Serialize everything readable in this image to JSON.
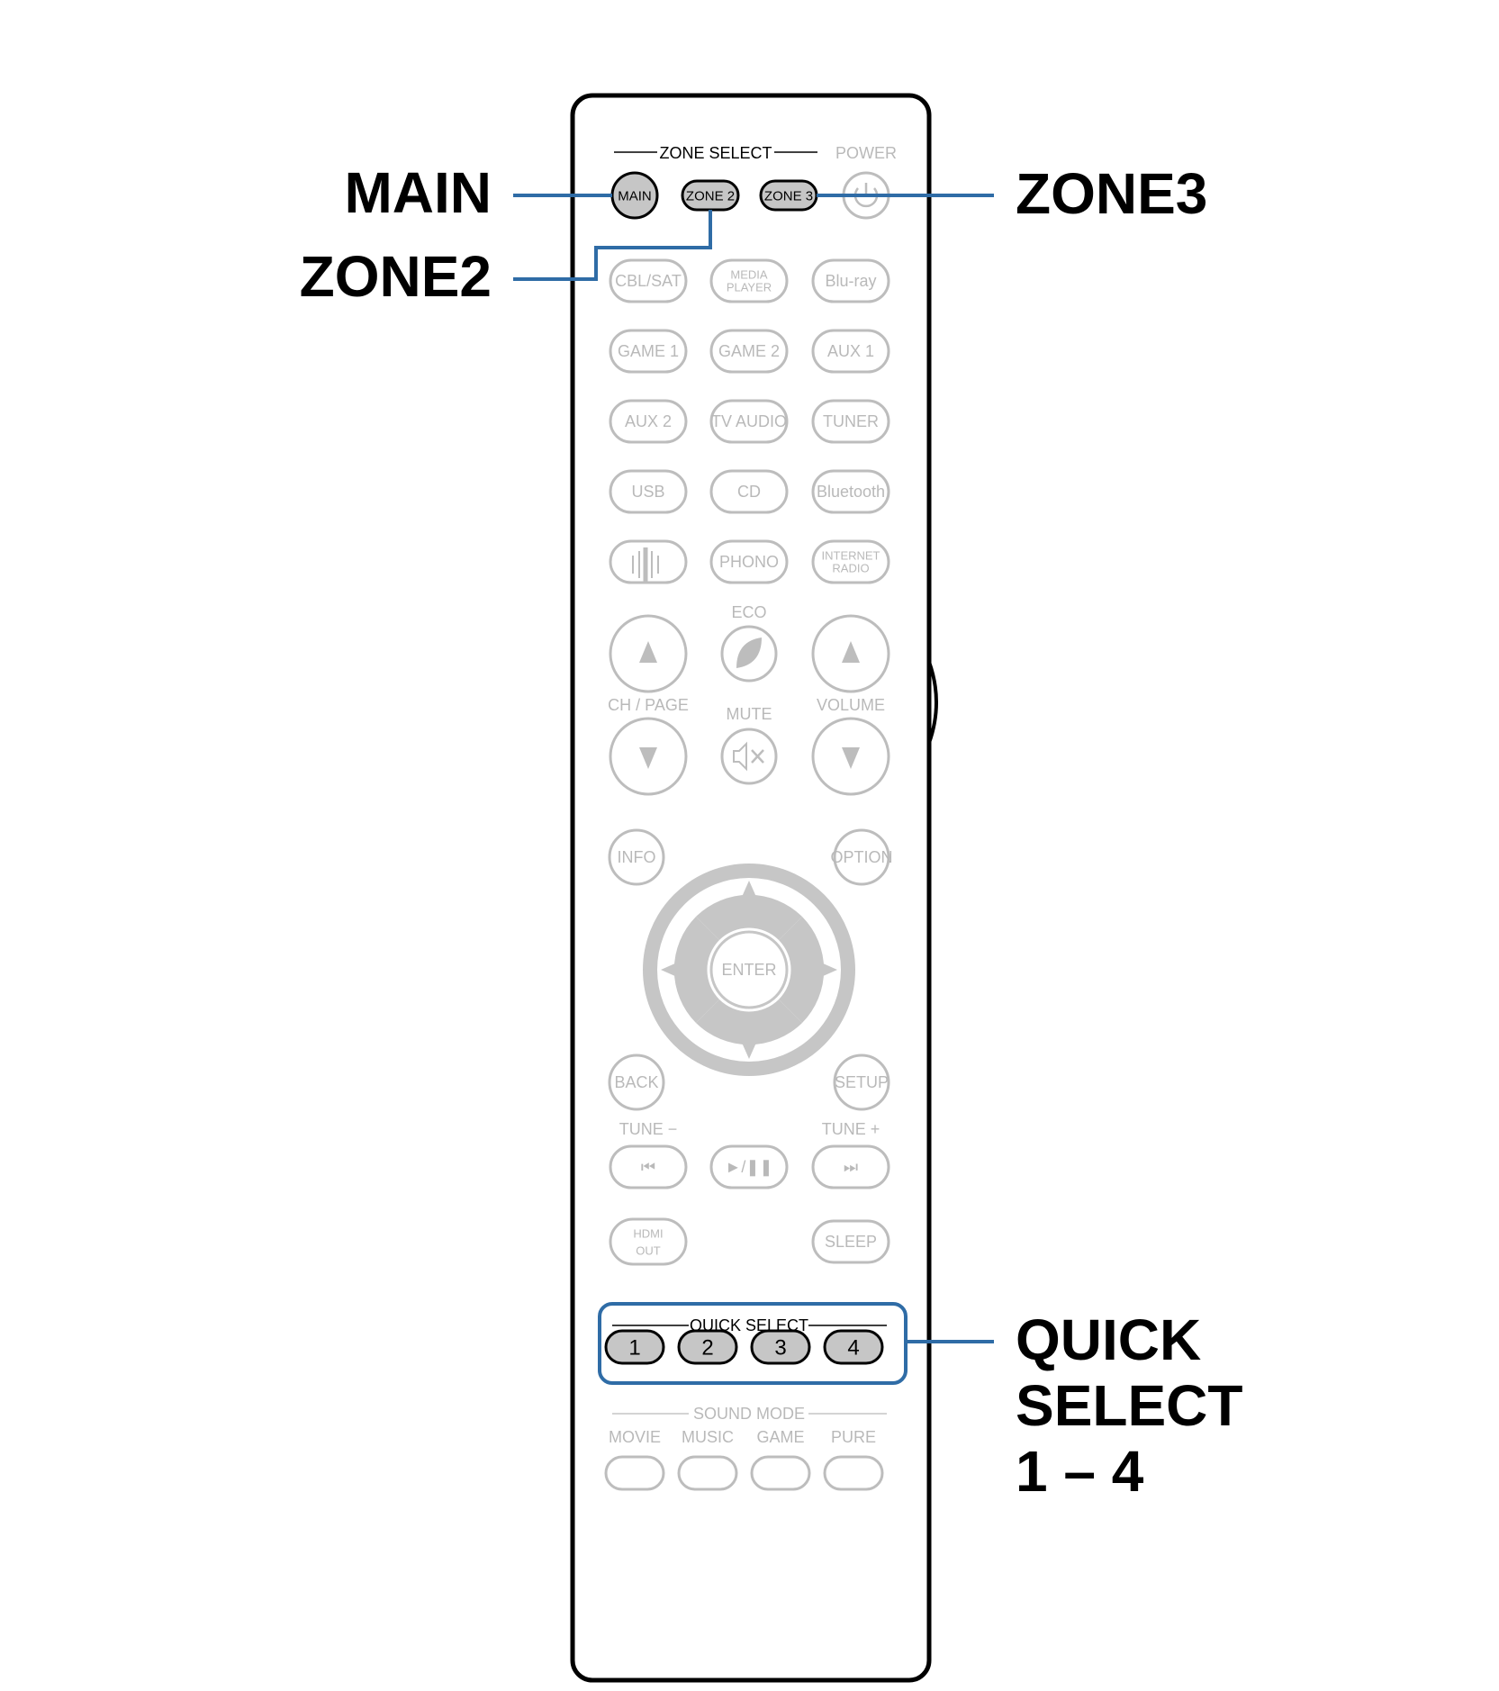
{
  "remote": {
    "zone_select_label": "ZONE SELECT",
    "power_label": "POWER",
    "zone_buttons": [
      "MAIN",
      "ZONE 2",
      "ZONE 3"
    ],
    "source_rows": [
      [
        "CBL/SAT",
        "MEDIA PLAYER",
        "Blu-ray"
      ],
      [
        "GAME 1",
        "GAME 2",
        "AUX 1"
      ],
      [
        "AUX 2",
        "TV AUDIO",
        "TUNER"
      ],
      [
        "USB",
        "CD",
        "Bluetooth"
      ],
      [
        "",
        "PHONO",
        "INTERNET RADIO"
      ]
    ],
    "eco_label": "ECO",
    "ch_page_label": "CH / PAGE",
    "mute_label": "MUTE",
    "volume_label": "VOLUME",
    "info_label": "INFO",
    "option_label": "OPTION",
    "enter_label": "ENTER",
    "back_label": "BACK",
    "setup_label": "SETUP",
    "tune_minus_label": "TUNE −",
    "tune_plus_label": "TUNE +",
    "prev_label": "⏮",
    "play_pause_label": "►/❚❚",
    "next_label": "⏭",
    "hdmi_out_label": "HDMI OUT",
    "sleep_label": "SLEEP",
    "quick_select_label": "QUICK SELECT",
    "quick_select_buttons": [
      "1",
      "2",
      "3",
      "4"
    ],
    "sound_mode_label": "SOUND MODE",
    "sound_modes": [
      "MOVIE",
      "MUSIC",
      "GAME",
      "PURE"
    ]
  },
  "callouts": {
    "main": "MAIN",
    "zone2": "ZONE2",
    "zone3": "ZONE3",
    "quick_select": [
      "QUICK",
      "SELECT",
      "1 – 4"
    ]
  },
  "colors": {
    "callout_line": "#2f6ca6",
    "highlight_box": "#2f6ca6",
    "faded_button": "#bdbdbd",
    "active_button_fill": "#c6c6c6"
  }
}
